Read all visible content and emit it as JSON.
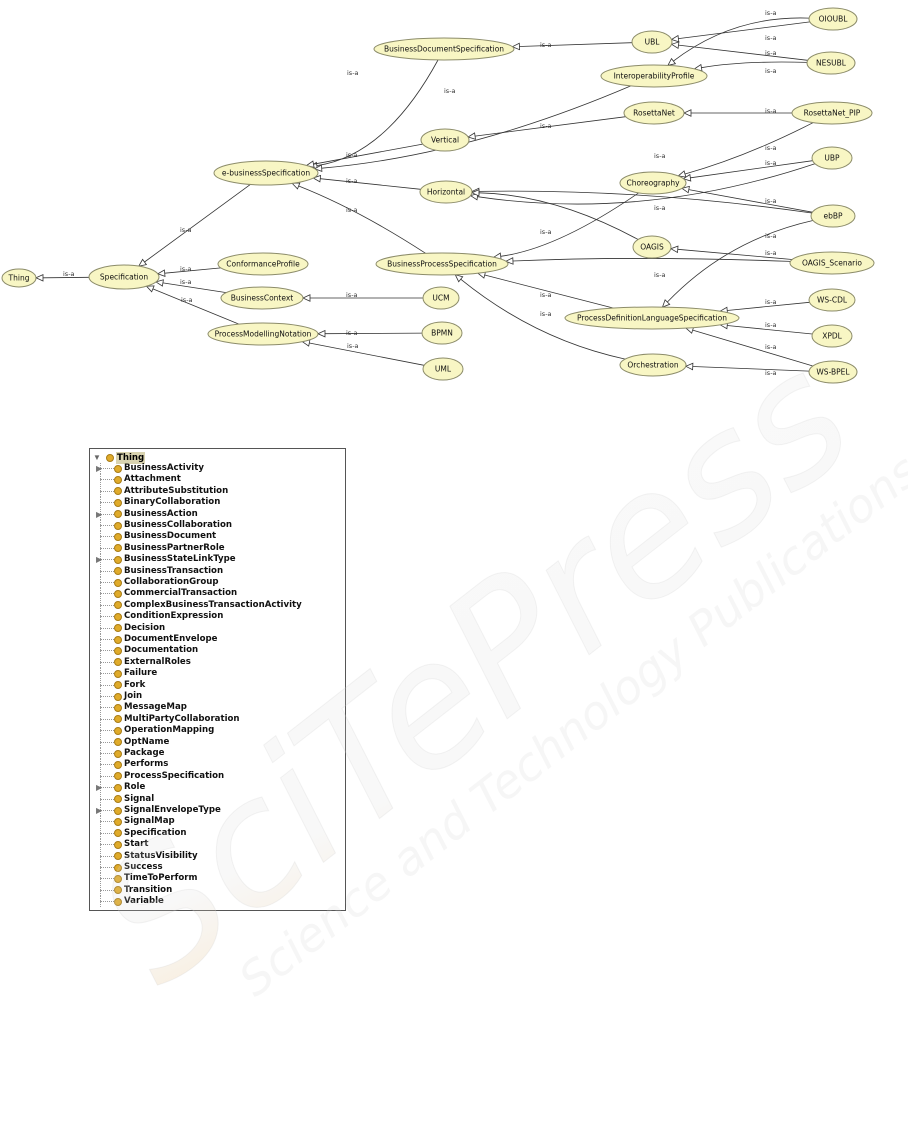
{
  "graph": {
    "nodes": [
      {
        "id": "Thing",
        "label": "Thing"
      },
      {
        "id": "Specification",
        "label": "Specification"
      },
      {
        "id": "ConformanceProfile",
        "label": "ConformanceProfile"
      },
      {
        "id": "BusinessContext",
        "label": "BusinessContext"
      },
      {
        "id": "ProcessModellingNotation",
        "label": "ProcessModellingNotation"
      },
      {
        "id": "UCM",
        "label": "UCM"
      },
      {
        "id": "BPMN",
        "label": "BPMN"
      },
      {
        "id": "UML",
        "label": "UML"
      },
      {
        "id": "e-businessSpecification",
        "label": "e-businessSpecification"
      },
      {
        "id": "BusinessDocumentSpecification",
        "label": "BusinessDocumentSpecification"
      },
      {
        "id": "UBL",
        "label": "UBL"
      },
      {
        "id": "OIOUBL",
        "label": "OIOUBL"
      },
      {
        "id": "NESUBL",
        "label": "NESUBL"
      },
      {
        "id": "InteroperabilityProfile",
        "label": "InteroperabilityProfile"
      },
      {
        "id": "Vertical",
        "label": "Vertical"
      },
      {
        "id": "RosettaNet",
        "label": "RosettaNet"
      },
      {
        "id": "RosettaNet_PIP",
        "label": "RosettaNet_PIP"
      },
      {
        "id": "Horizontal",
        "label": "Horizontal"
      },
      {
        "id": "Choreography",
        "label": "Choreography"
      },
      {
        "id": "UBP",
        "label": "UBP"
      },
      {
        "id": "ebBP",
        "label": "ebBP"
      },
      {
        "id": "OAGIS",
        "label": "OAGIS"
      },
      {
        "id": "OAGIS_Scenario",
        "label": "OAGIS_Scenario"
      },
      {
        "id": "BusinessProcessSpecification",
        "label": "BusinessProcessSpecification"
      },
      {
        "id": "ProcessDefinitionLanguageSpecification",
        "label": "ProcessDefinitionLanguageSpecification"
      },
      {
        "id": "WS-CDL",
        "label": "WS-CDL"
      },
      {
        "id": "XPDL",
        "label": "XPDL"
      },
      {
        "id": "WS-BPEL",
        "label": "WS-BPEL"
      },
      {
        "id": "Orchestration",
        "label": "Orchestration"
      }
    ],
    "edges": [
      {
        "from": "Specification",
        "to": "Thing",
        "label": "is-a"
      },
      {
        "from": "ConformanceProfile",
        "to": "Specification",
        "label": "is-a"
      },
      {
        "from": "BusinessContext",
        "to": "Specification",
        "label": "is-a"
      },
      {
        "from": "ProcessModellingNotation",
        "to": "Specification",
        "label": "is-a"
      },
      {
        "from": "e-businessSpecification",
        "to": "Specification",
        "label": "is-a"
      },
      {
        "from": "UCM",
        "to": "BusinessContext",
        "label": "is-a"
      },
      {
        "from": "BPMN",
        "to": "ProcessModellingNotation",
        "label": "is-a"
      },
      {
        "from": "UML",
        "to": "ProcessModellingNotation",
        "label": "is-a"
      },
      {
        "from": "BusinessDocumentSpecification",
        "to": "e-businessSpecification",
        "label": "is-a"
      },
      {
        "from": "InteroperabilityProfile",
        "to": "e-businessSpecification",
        "label": "is-a"
      },
      {
        "from": "Vertical",
        "to": "e-businessSpecification",
        "label": "is-a"
      },
      {
        "from": "Horizontal",
        "to": "e-businessSpecification",
        "label": "is-a"
      },
      {
        "from": "BusinessProcessSpecification",
        "to": "e-businessSpecification",
        "label": "is-a"
      },
      {
        "from": "UBL",
        "to": "BusinessDocumentSpecification",
        "label": "is-a"
      },
      {
        "from": "OIOUBL",
        "to": "UBL",
        "label": "is-a"
      },
      {
        "from": "NESUBL",
        "to": "UBL",
        "label": "is-a"
      },
      {
        "from": "OIOUBL",
        "to": "InteroperabilityProfile",
        "label": "is-a"
      },
      {
        "from": "NESUBL",
        "to": "InteroperabilityProfile",
        "label": "is-a"
      },
      {
        "from": "RosettaNet",
        "to": "Vertical",
        "label": "is-a"
      },
      {
        "from": "RosettaNet_PIP",
        "to": "RosettaNet",
        "label": "is-a"
      },
      {
        "from": "UBP",
        "to": "Horizontal",
        "label": "is-a"
      },
      {
        "from": "ebBP",
        "to": "Horizontal",
        "label": "is-a"
      },
      {
        "from": "OAGIS",
        "to": "Horizontal",
        "label": "is-a"
      },
      {
        "from": "RosettaNet_PIP",
        "to": "Choreography",
        "label": "is-a"
      },
      {
        "from": "UBP",
        "to": "Choreography",
        "label": "is-a"
      },
      {
        "from": "ebBP",
        "to": "Choreography",
        "label": "is-a"
      },
      {
        "from": "Choreography",
        "to": "BusinessProcessSpecification",
        "label": ""
      },
      {
        "from": "OAGIS_Scenario",
        "to": "OAGIS",
        "label": "is-a"
      },
      {
        "from": "OAGIS_Scenario",
        "to": "BusinessProcessSpecification",
        "label": "is-a"
      },
      {
        "from": "ProcessDefinitionLanguageSpecification",
        "to": "BusinessProcessSpecification",
        "label": "is-a"
      },
      {
        "from": "Orchestration",
        "to": "BusinessProcessSpecification",
        "label": "is-a"
      },
      {
        "from": "ebBP",
        "to": "ProcessDefinitionLanguageSpecification",
        "label": "is-a"
      },
      {
        "from": "WS-CDL",
        "to": "ProcessDefinitionLanguageSpecification",
        "label": "is-a"
      },
      {
        "from": "XPDL",
        "to": "ProcessDefinitionLanguageSpecification",
        "label": "is-a"
      },
      {
        "from": "WS-BPEL",
        "to": "ProcessDefinitionLanguageSpecification",
        "label": "is-a"
      },
      {
        "from": "WS-BPEL",
        "to": "Orchestration",
        "label": "is-a"
      }
    ]
  },
  "tree": {
    "root": "Thing",
    "items": [
      {
        "label": "BusinessActivity",
        "expandable": true
      },
      {
        "label": "Attachment",
        "expandable": false
      },
      {
        "label": "AttributeSubstitution",
        "expandable": false
      },
      {
        "label": "BinaryCollaboration",
        "expandable": false
      },
      {
        "label": "BusinessAction",
        "expandable": true
      },
      {
        "label": "BusinessCollaboration",
        "expandable": false
      },
      {
        "label": "BusinessDocument",
        "expandable": false
      },
      {
        "label": "BusinessPartnerRole",
        "expandable": false
      },
      {
        "label": "BusinessStateLinkType",
        "expandable": true
      },
      {
        "label": "BusinessTransaction",
        "expandable": false
      },
      {
        "label": "CollaborationGroup",
        "expandable": false
      },
      {
        "label": "CommercialTransaction",
        "expandable": false
      },
      {
        "label": "ComplexBusinessTransactionActivity",
        "expandable": false
      },
      {
        "label": "ConditionExpression",
        "expandable": false
      },
      {
        "label": "Decision",
        "expandable": false
      },
      {
        "label": "DocumentEnvelope",
        "expandable": false
      },
      {
        "label": "Documentation",
        "expandable": false
      },
      {
        "label": "ExternalRoles",
        "expandable": false
      },
      {
        "label": "Failure",
        "expandable": false
      },
      {
        "label": "Fork",
        "expandable": false
      },
      {
        "label": "Join",
        "expandable": false
      },
      {
        "label": "MessageMap",
        "expandable": false
      },
      {
        "label": "MultiPartyCollaboration",
        "expandable": false
      },
      {
        "label": "OperationMapping",
        "expandable": false
      },
      {
        "label": "OptName",
        "expandable": false
      },
      {
        "label": "Package",
        "expandable": false
      },
      {
        "label": "Performs",
        "expandable": false
      },
      {
        "label": "ProcessSpecification",
        "expandable": false
      },
      {
        "label": "Role",
        "expandable": true
      },
      {
        "label": "Signal",
        "expandable": false
      },
      {
        "label": "SignalEnvelopeType",
        "expandable": true
      },
      {
        "label": "SignalMap",
        "expandable": false
      },
      {
        "label": "Specification",
        "expandable": false
      },
      {
        "label": "Start",
        "expandable": false
      },
      {
        "label": "StatusVisibility",
        "expandable": false
      },
      {
        "label": "Success",
        "expandable": false
      },
      {
        "label": "TimeToPerform",
        "expandable": false
      },
      {
        "label": "Transition",
        "expandable": false
      },
      {
        "label": "Variable",
        "expandable": false
      }
    ]
  },
  "watermark": {
    "line1": "SciTePress",
    "line2": "Science and Technology Publications",
    "colors": {
      "orange": "#f5c27a",
      "gray": "#e9e9e9"
    }
  }
}
